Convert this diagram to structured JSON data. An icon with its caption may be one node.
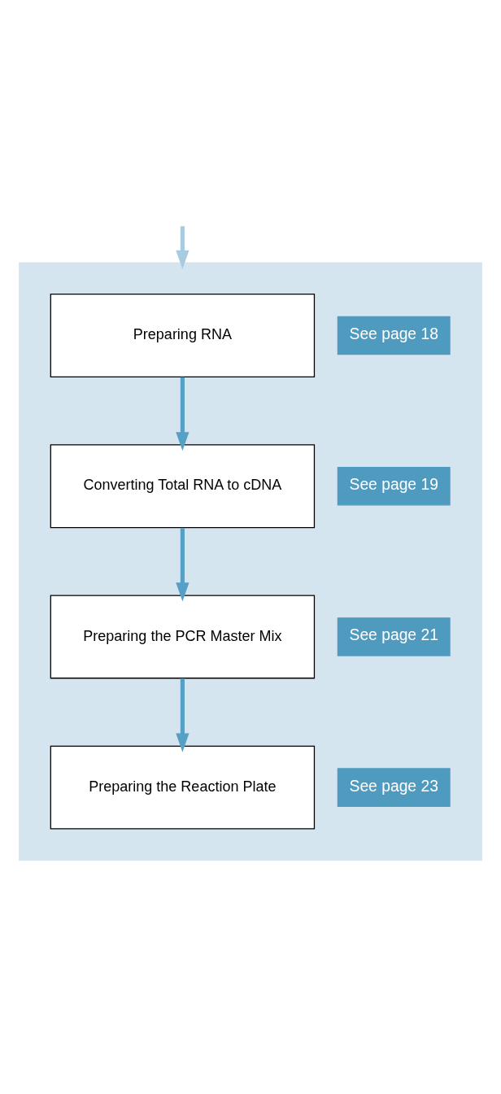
{
  "diagram": {
    "nodes": [
      {
        "text": [],
        "shape": "box"
      },
      {
        "text": [
          "Preparing RNA"
        ],
        "in": 0,
        "beside": [
          "See page 18"
        ]
      },
      {
        "text": [
          "Converting Total RNA to cDNA"
        ],
        "in": 0,
        "beside": [
          "See page 19"
        ]
      },
      {
        "text": [
          "Preparing the PCR Master Mix"
        ],
        "in": 0,
        "beside": [
          "See page 21"
        ]
      },
      {
        "text": [
          "Preparing the Reaction Plate"
        ],
        "in": 0,
        "beside": [
          "See page 23"
        ]
      }
    ],
    "edges": [
      {
        "from": null,
        "to": 0,
        "arrow": "to",
        "color": "#a9cbe0"
      },
      {
        "from": 1,
        "to": 2,
        "arrow": "to"
      },
      {
        "from": 2,
        "to": 3,
        "arrow": "to"
      },
      {
        "from": 3,
        "to": 4,
        "arrow": "to"
      }
    ]
  }
}
